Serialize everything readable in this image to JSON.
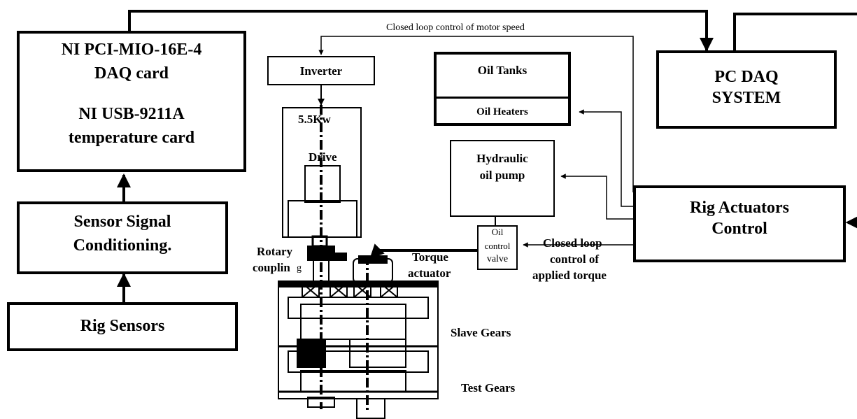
{
  "blocks": {
    "daq_card": {
      "line1": "NI PCI-MIO-16E-4",
      "line2": "DAQ card",
      "line3": "NI USB-9211A",
      "line4": "temperature card"
    },
    "signal_conditioning": {
      "line1": "Sensor Signal",
      "line2": "Conditioning."
    },
    "rig_sensors": {
      "label": "Rig Sensors"
    },
    "inverter": {
      "label": "Inverter"
    },
    "motor": {
      "power": "5.5Kw",
      "drive": "Drive"
    },
    "oil_tanks": {
      "label": "Oil Tanks"
    },
    "oil_heaters": {
      "label": "Oil Heaters"
    },
    "hydraulic_pump": {
      "line1": "Hydraulic",
      "line2": "oil pump"
    },
    "oil_valve": {
      "line1": "Oil",
      "line2": "control",
      "line3": "valve"
    },
    "pc_daq": {
      "line1": "PC DAQ",
      "line2": "SYSTEM"
    },
    "rig_actuators": {
      "line1": "Rig Actuators",
      "line2": "Control"
    }
  },
  "annotations": {
    "motor_speed_loop": "Closed loop control of motor speed",
    "rotary_coupling_1": "Rotary",
    "rotary_coupling_2": "couplin",
    "rotary_coupling_3": "g",
    "torque_actuator_1": "Torque",
    "torque_actuator_2": "actuator",
    "torque_loop_1": "Closed loop",
    "torque_loop_2": "control of",
    "torque_loop_3": "applied torque",
    "slave_gears": "Slave Gears",
    "test_gears": "Test Gears"
  },
  "colors": {
    "line": "#000000",
    "background": "#ffffff"
  }
}
